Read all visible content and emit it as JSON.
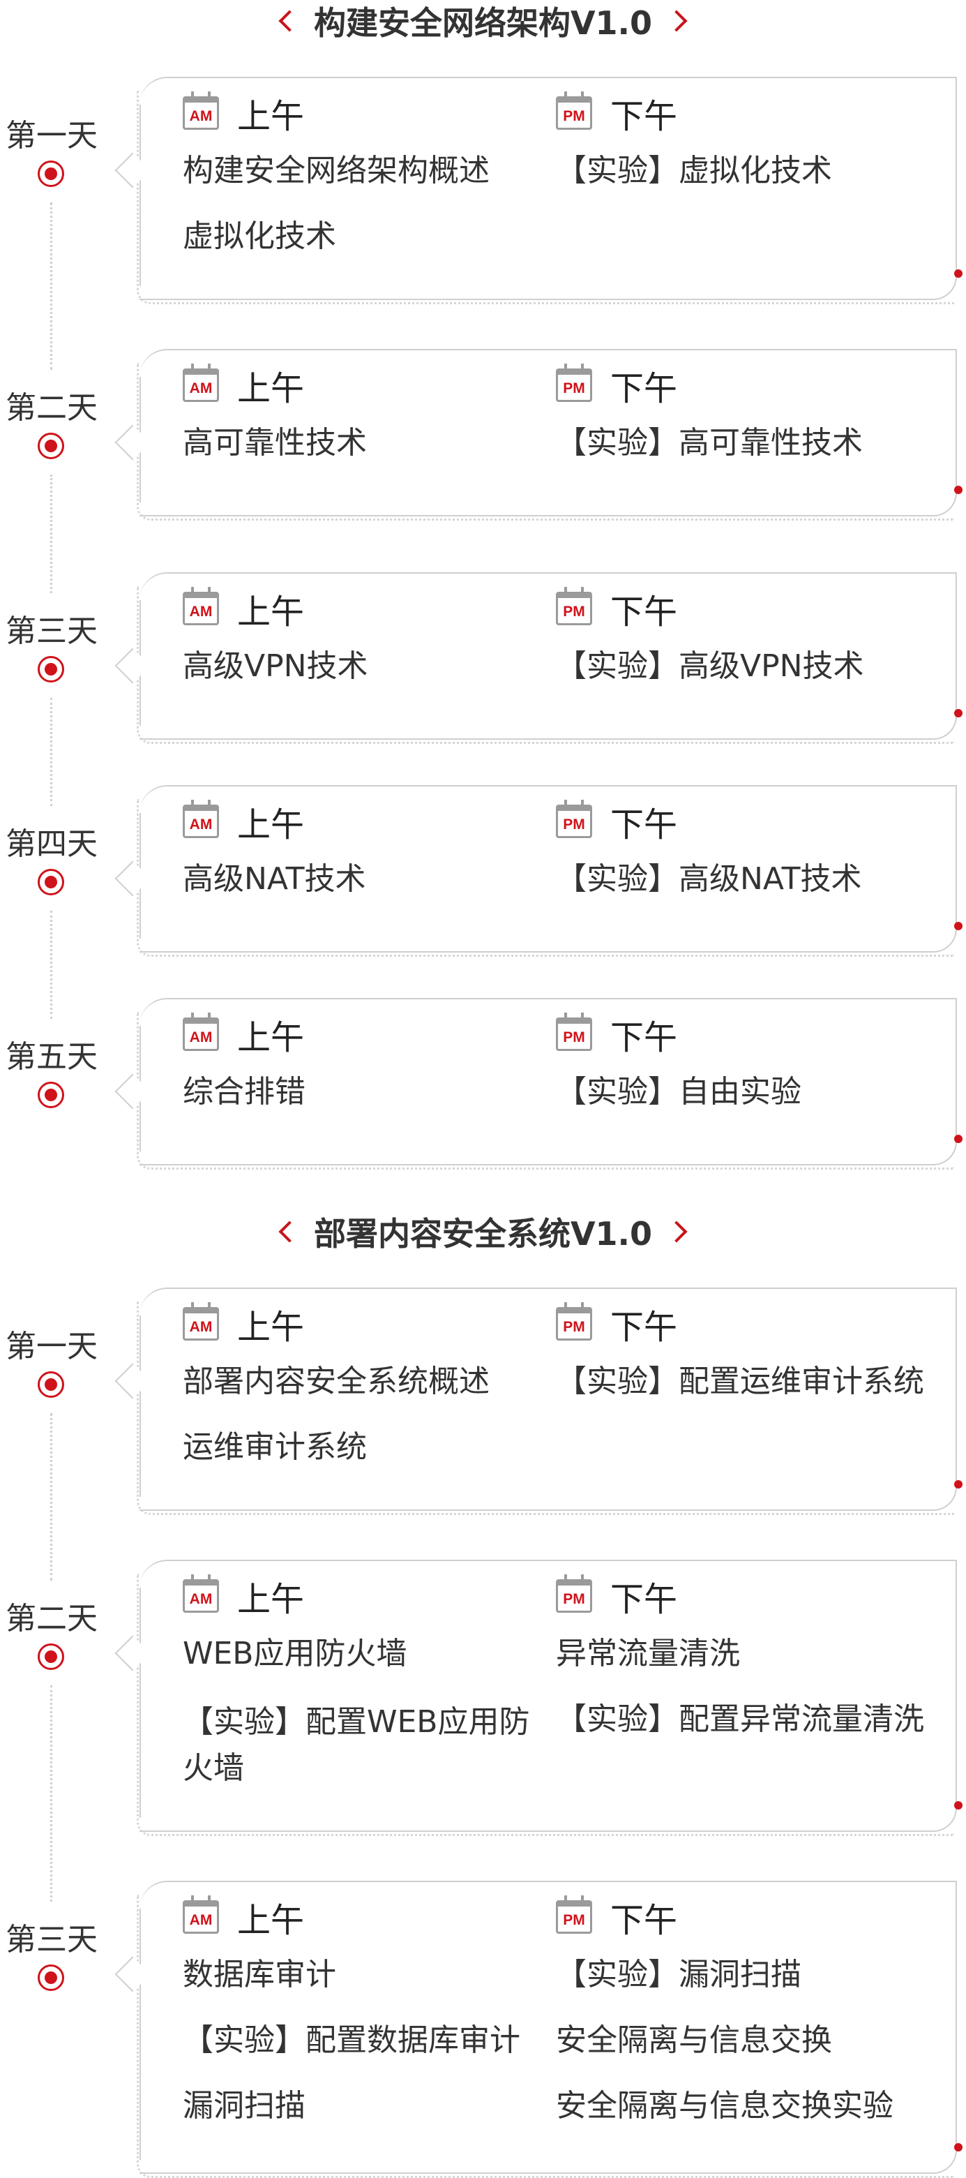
{
  "courses": [
    {
      "title": "构建安全网络架构V1.0",
      "days": [
        {
          "label": "第一天",
          "am_title": "上午",
          "pm_title": "下午",
          "am_items": [
            "构建安全网络架构概述",
            "虚拟化技术"
          ],
          "pm_items": [
            "【实验】虚拟化技术"
          ]
        },
        {
          "label": "第二天",
          "am_title": "上午",
          "pm_title": "下午",
          "am_items": [
            "高可靠性技术"
          ],
          "pm_items": [
            "【实验】高可靠性技术"
          ]
        },
        {
          "label": "第三天",
          "am_title": "上午",
          "pm_title": "下午",
          "am_items": [
            "高级VPN技术"
          ],
          "pm_items": [
            "【实验】高级VPN技术"
          ]
        },
        {
          "label": "第四天",
          "am_title": "上午",
          "pm_title": "下午",
          "am_items": [
            "高级NAT技术"
          ],
          "pm_items": [
            "【实验】高级NAT技术"
          ]
        },
        {
          "label": "第五天",
          "am_title": "上午",
          "pm_title": "下午",
          "am_items": [
            "综合排错"
          ],
          "pm_items": [
            "【实验】自由实验"
          ]
        }
      ]
    },
    {
      "title": "部署内容安全系统V1.0",
      "days": [
        {
          "label": "第一天",
          "am_title": "上午",
          "pm_title": "下午",
          "am_items": [
            "部署内容安全系统概述",
            "运维审计系统"
          ],
          "pm_items": [
            "【实验】配置运维审计系统"
          ]
        },
        {
          "label": "第二天",
          "am_title": "上午",
          "pm_title": "下午",
          "am_items": [
            "WEB应用防火墙",
            "【实验】配置WEB应用防火墙"
          ],
          "pm_items": [
            "异常流量清洗",
            "【实验】配置异常流量清洗"
          ]
        },
        {
          "label": "第三天",
          "am_title": "上午",
          "pm_title": "下午",
          "am_items": [
            "数据库审计",
            "【实验】配置数据库审计",
            "漏洞扫描"
          ],
          "pm_items": [
            "【实验】漏洞扫描",
            "安全隔离与信息交换",
            "安全隔离与信息交换实验"
          ]
        }
      ]
    }
  ],
  "icons": {
    "am": "AM",
    "pm": "PM"
  },
  "colors": {
    "accent": "#d0121a",
    "text": "#333333",
    "border": "#cfcfcf"
  }
}
